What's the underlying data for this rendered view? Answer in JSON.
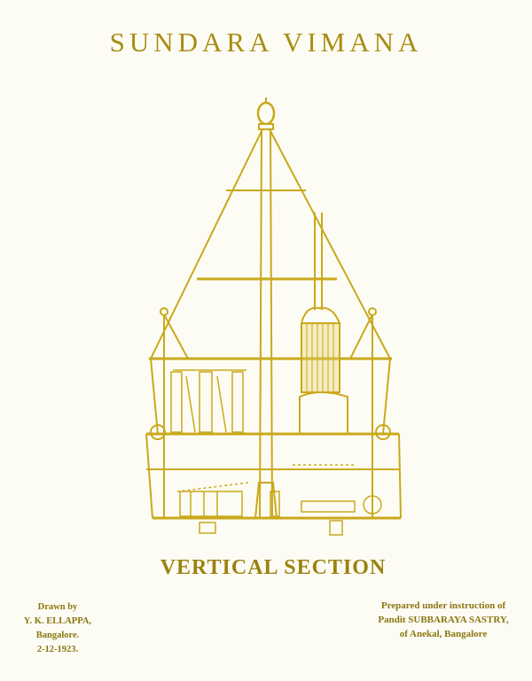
{
  "title": "SUNDARA VIMANA",
  "subtitle": "VERTICAL SECTION",
  "drawn_by": [
    "Drawn by",
    "Y. K. ELLAPPA,",
    "Bangalore.",
    "2-12-1923."
  ],
  "prepared_by": [
    "Prepared under instruction of",
    "Pandit SUBBARAYA SASTRY,",
    "of Anekal, Bangalore"
  ],
  "colors": {
    "ink": "#c9a91c",
    "text": "#9a8210",
    "paper": "#fdfcf4"
  }
}
